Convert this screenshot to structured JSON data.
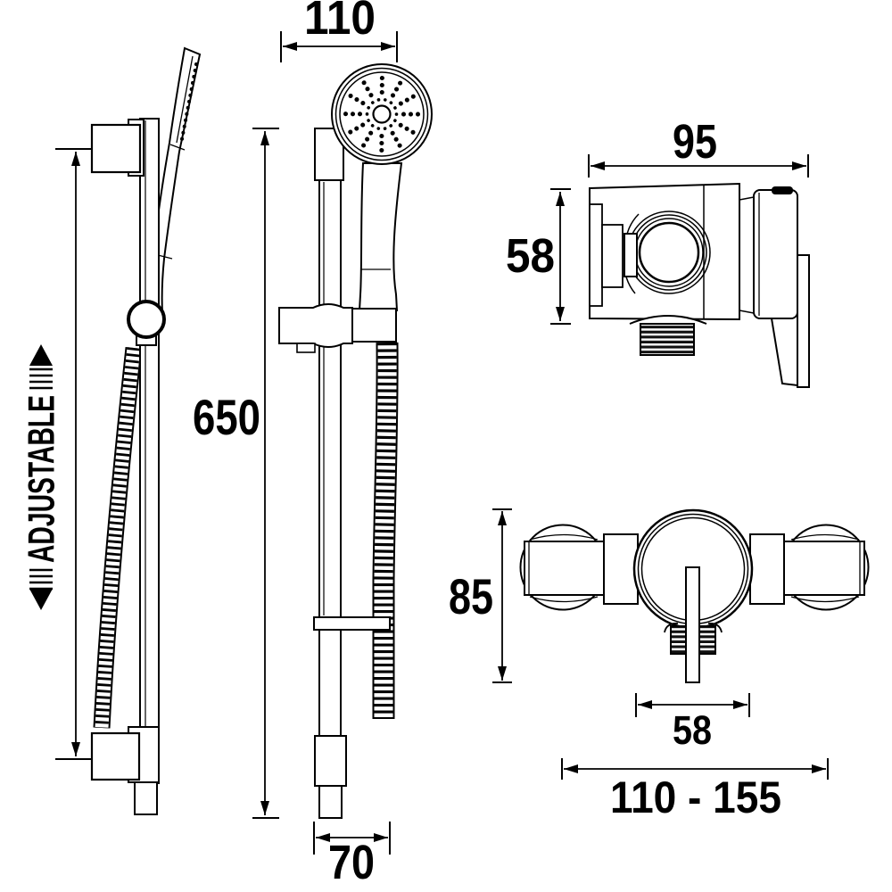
{
  "colors": {
    "background": "#ffffff",
    "line": "#000000"
  },
  "dimensions": {
    "rail_width_top": "110",
    "rail_height": "650",
    "rail_width_bottom": "70",
    "rail_adjustable_label": "ADJUSTABLE",
    "valve_side_width": "95",
    "valve_side_height": "58",
    "valve_front_height": "85",
    "valve_front_outlet_width": "58",
    "valve_front_overall_width": "110 - 155"
  }
}
